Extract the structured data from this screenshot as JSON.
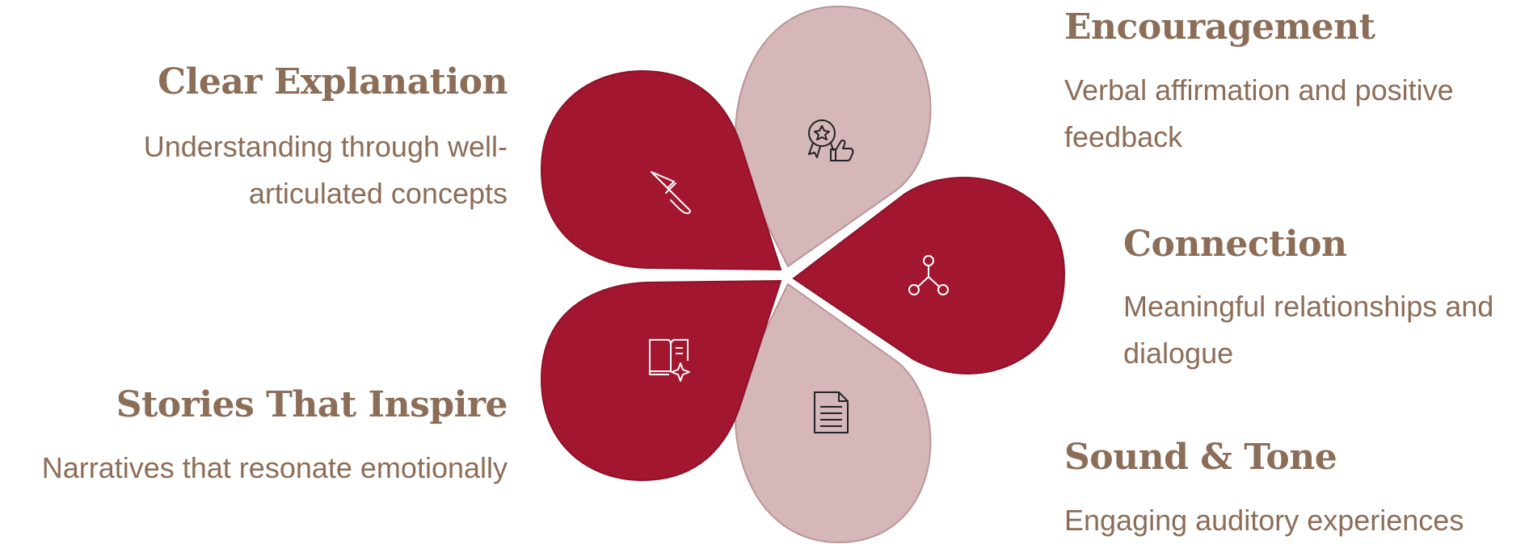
{
  "petal_colors": {
    "dark": "#a3162f",
    "dark_stroke": "#8e1228",
    "light": "#d5b7ba",
    "light_stroke": "#b99599",
    "text": "#8b6d58"
  },
  "items": [
    {
      "title": "Clear Explanation",
      "desc": "Understanding through well-articulated concepts",
      "icon": "knife-icon",
      "tone": "dark"
    },
    {
      "title": "Encouragement",
      "desc": "Verbal affirmation and positive feedback",
      "icon": "award-thumbs-up-icon",
      "tone": "light"
    },
    {
      "title": "Connection",
      "desc": "Meaningful relationships and dialogue",
      "icon": "network-nodes-icon",
      "tone": "dark"
    },
    {
      "title": "Sound & Tone",
      "desc": "Engaging auditory experiences",
      "icon": "document-icon",
      "tone": "light"
    },
    {
      "title": "Stories That Inspire",
      "desc": "Narratives that resonate emotionally",
      "icon": "sparkle-book-icon",
      "tone": "dark"
    }
  ]
}
